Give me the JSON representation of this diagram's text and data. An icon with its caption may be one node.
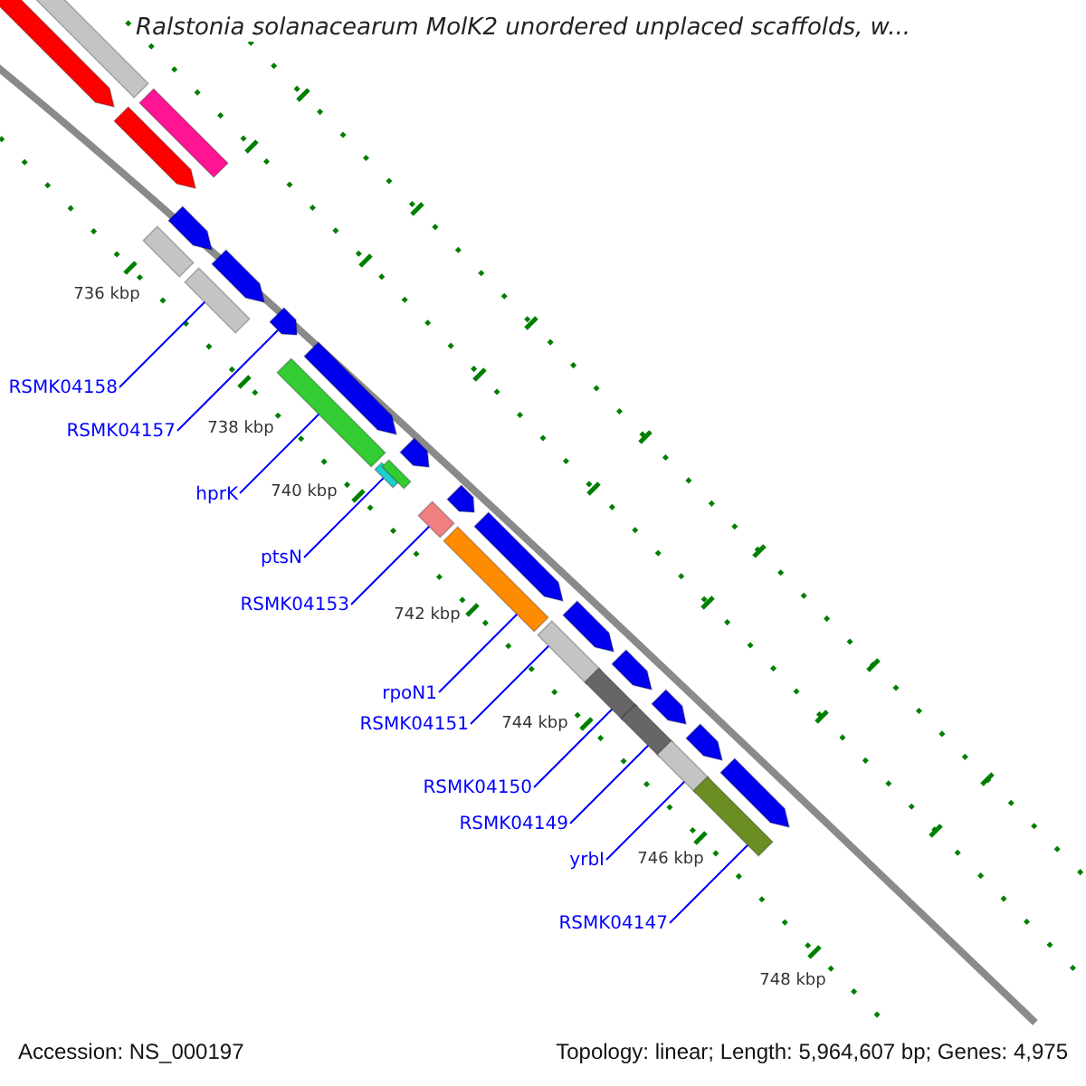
{
  "diagram": {
    "title": "Ralstonia solanacearum MolK2 unordered unplaced scaffolds, w...",
    "nodes": [
      {
        "text": [
          "RSMK04158"
        ]
      },
      {
        "text": [
          "RSMK04157"
        ]
      },
      {
        "text": [
          "hprK"
        ]
      },
      {
        "text": [
          "ptsN"
        ]
      },
      {
        "text": [
          "RSMK04153"
        ]
      },
      {
        "text": [
          "rpoN1"
        ]
      },
      {
        "text": [
          "RSMK04151"
        ]
      },
      {
        "text": [
          "RSMK04150"
        ]
      },
      {
        "text": [
          "RSMK04149"
        ]
      },
      {
        "text": [
          "yrbI"
        ]
      },
      {
        "text": [
          "RSMK04147"
        ]
      },
      {
        "text": [],
        "shape": "bar"
      },
      {
        "text": [],
        "shape": "bar"
      },
      {
        "text": [],
        "shape": "arrow"
      },
      {
        "text": [],
        "shape": "bar"
      },
      {
        "text": [],
        "shape": "bar"
      },
      {
        "text": [],
        "shape": "bar"
      },
      {
        "text": [],
        "shape": "bar"
      },
      {
        "text": [],
        "shape": "bar"
      },
      {
        "text": [],
        "shape": "bar"
      },
      {
        "text": [],
        "shape": "bar"
      },
      {
        "text": [],
        "shape": "bar"
      },
      {
        "text": [],
        "shape": "bar"
      }
    ],
    "edges": [
      {
        "from": 0,
        "to": 12,
        "arrow": "none"
      },
      {
        "from": 1,
        "to": 13,
        "arrow": "none"
      },
      {
        "from": 2,
        "to": 14,
        "arrow": "none"
      },
      {
        "from": 3,
        "to": 15,
        "arrow": "none"
      },
      {
        "from": 4,
        "to": 16,
        "arrow": "none"
      },
      {
        "from": 5,
        "to": 17,
        "arrow": "none"
      },
      {
        "from": 6,
        "to": 18,
        "arrow": "none"
      },
      {
        "from": 7,
        "to": 19,
        "arrow": "none"
      },
      {
        "from": 8,
        "to": 20,
        "arrow": "none"
      },
      {
        "from": 9,
        "to": 21,
        "arrow": "none"
      },
      {
        "from": 10,
        "to": 22,
        "arrow": "none"
      }
    ],
    "labels": [
      "736 kbp",
      "738 kbp",
      "740 kbp",
      "742 kbp",
      "744 kbp",
      "746 kbp",
      "748 kbp",
      "Accession: NS_000197",
      "Topology: linear; Length: 5,964,607 bp; Genes: 4,975"
    ]
  }
}
